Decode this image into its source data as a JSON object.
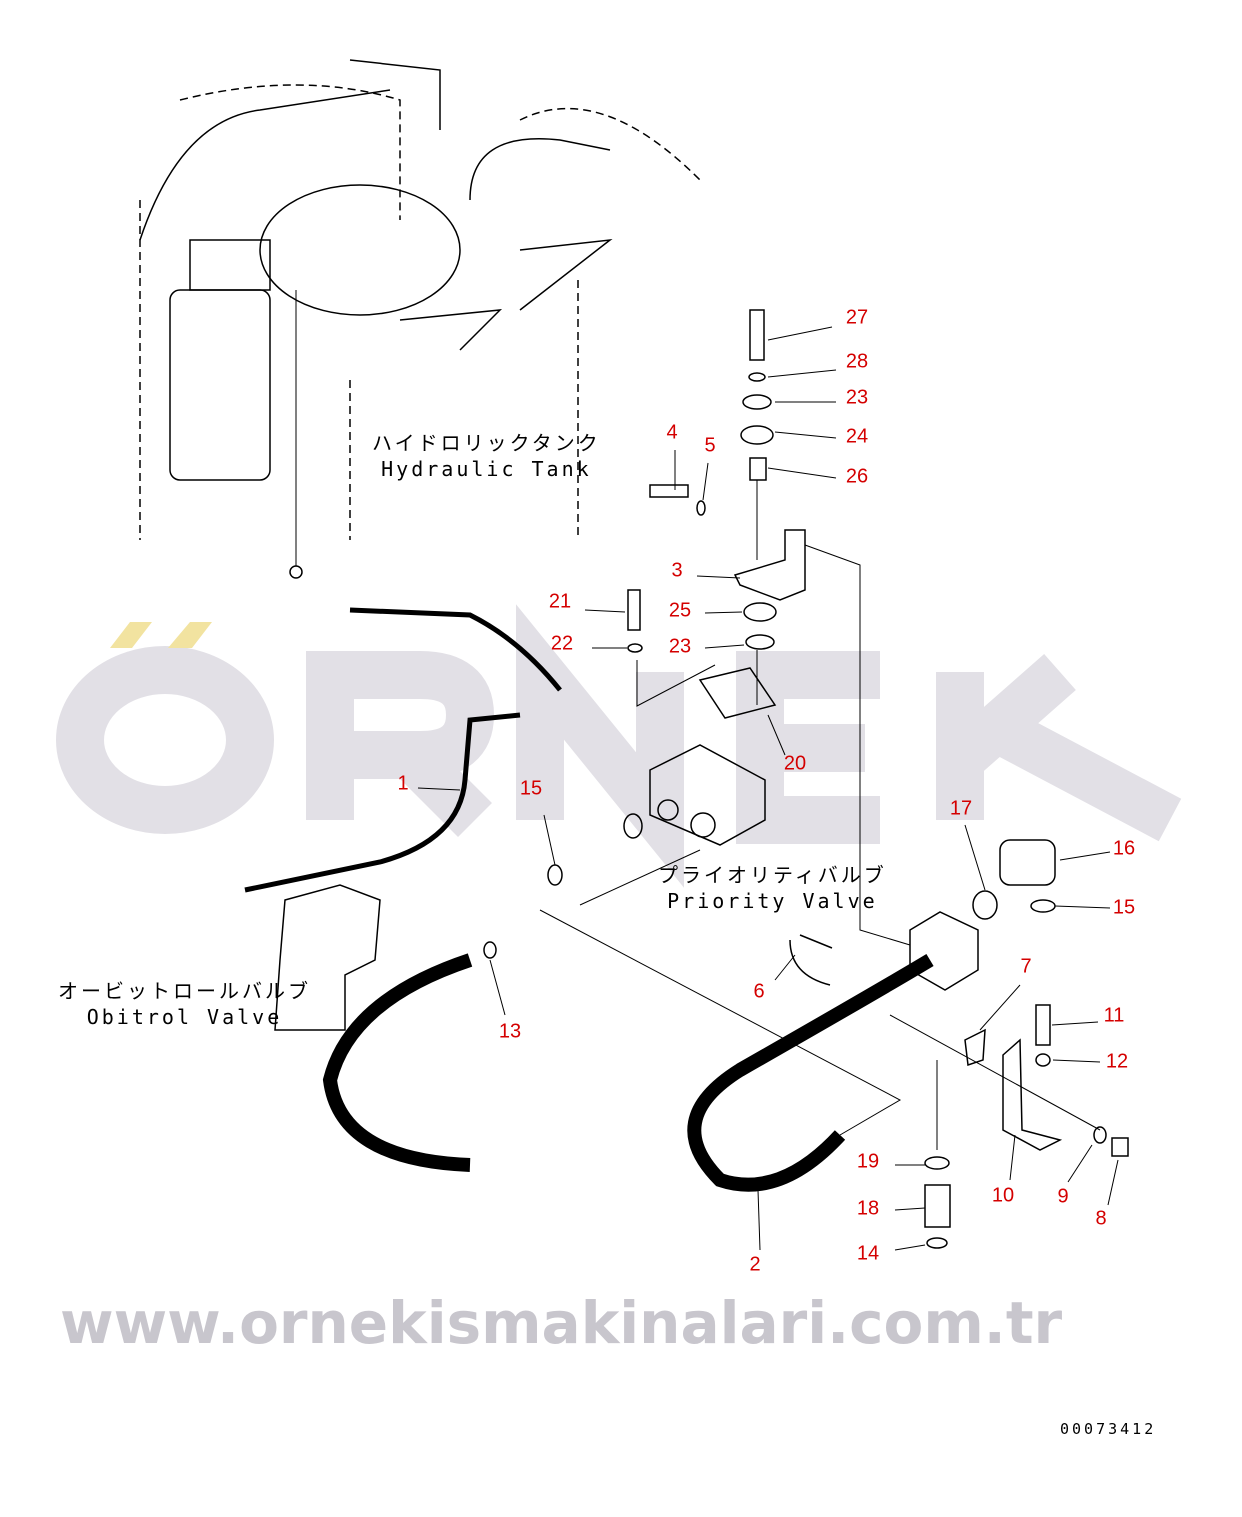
{
  "captions": {
    "hydraulic_tank_jp": "ハイドロリックタンク",
    "hydraulic_tank_en": "Hydraulic Tank",
    "priority_valve_jp": "プライオリティバルブ",
    "priority_valve_en": "Priority Valve",
    "obitrol_valve_jp": "オービットロールバルブ",
    "obitrol_valve_en": "Obitrol Valve"
  },
  "callouts": [
    "27",
    "28",
    "23",
    "24",
    "26",
    "4",
    "5",
    "3",
    "21",
    "25",
    "22",
    "23",
    "20",
    "1",
    "15",
    "17",
    "16",
    "15",
    "7",
    "6",
    "11",
    "12",
    "13",
    "19",
    "10",
    "9",
    "8",
    "18",
    "14",
    "2"
  ],
  "document_number": "00073412",
  "watermark": {
    "logo": "ÖRNEK",
    "url": "www.ornekismakinalari.com.tr"
  },
  "colors": {
    "callout": "#d40000",
    "watermark": "#c8c6cd",
    "accent_gold": "#f2e3a0"
  }
}
